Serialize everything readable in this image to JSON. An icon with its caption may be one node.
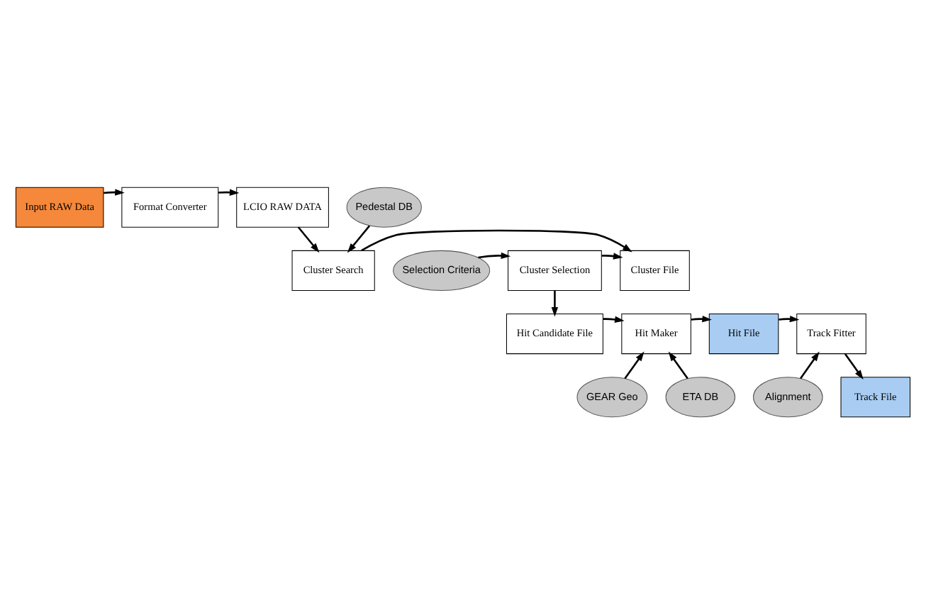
{
  "diagram": {
    "nodes": [
      {
        "text": [
          "Input RAW Data"
        ]
      },
      {
        "text": [
          "Format Converter"
        ]
      },
      {
        "text": [
          "LCIO RAW DATA"
        ]
      },
      {
        "text": [
          "Pedestal DB"
        ]
      },
      {
        "text": [
          "Selection Criteria"
        ]
      },
      {
        "text": [
          "Cluster Selection"
        ]
      },
      {
        "text": [
          "Cluster File"
        ]
      },
      {
        "text": [
          "Cluster Search"
        ]
      },
      {
        "text": [
          "Hit Candidate File"
        ]
      },
      {
        "text": [
          "Hit Maker"
        ]
      },
      {
        "text": [
          "Hit File"
        ]
      },
      {
        "text": [
          "Track Fitter"
        ]
      },
      {
        "text": [
          "GEAR Geo"
        ]
      },
      {
        "text": [
          "ETA DB"
        ]
      },
      {
        "text": [
          "Alignment"
        ]
      },
      {
        "text": [
          "Track File"
        ]
      }
    ],
    "edges": [
      {
        "from": 0,
        "to": 1,
        "arrow": "to"
      },
      {
        "from": 1,
        "to": 2,
        "arrow": "to"
      },
      {
        "from": 2,
        "to": 7,
        "arrow": "to"
      },
      {
        "from": 3,
        "to": 7,
        "arrow": "to"
      },
      {
        "from": 4,
        "to": 5,
        "arrow": "to"
      },
      {
        "from": 5,
        "to": 6,
        "arrow": "to"
      },
      {
        "from": 7,
        "to": 6,
        "arrow": "to"
      },
      {
        "from": 5,
        "to": 8,
        "arrow": "to"
      },
      {
        "from": 8,
        "to": 9,
        "arrow": "to"
      },
      {
        "from": 9,
        "to": 10,
        "arrow": "to"
      },
      {
        "from": 10,
        "to": 11,
        "arrow": "to"
      },
      {
        "from": 12,
        "to": 9,
        "arrow": "to"
      },
      {
        "from": 13,
        "to": 9,
        "arrow": "to"
      },
      {
        "from": 14,
        "to": 11,
        "arrow": "to"
      },
      {
        "from": 11,
        "to": 15,
        "arrow": "to"
      }
    ]
  }
}
